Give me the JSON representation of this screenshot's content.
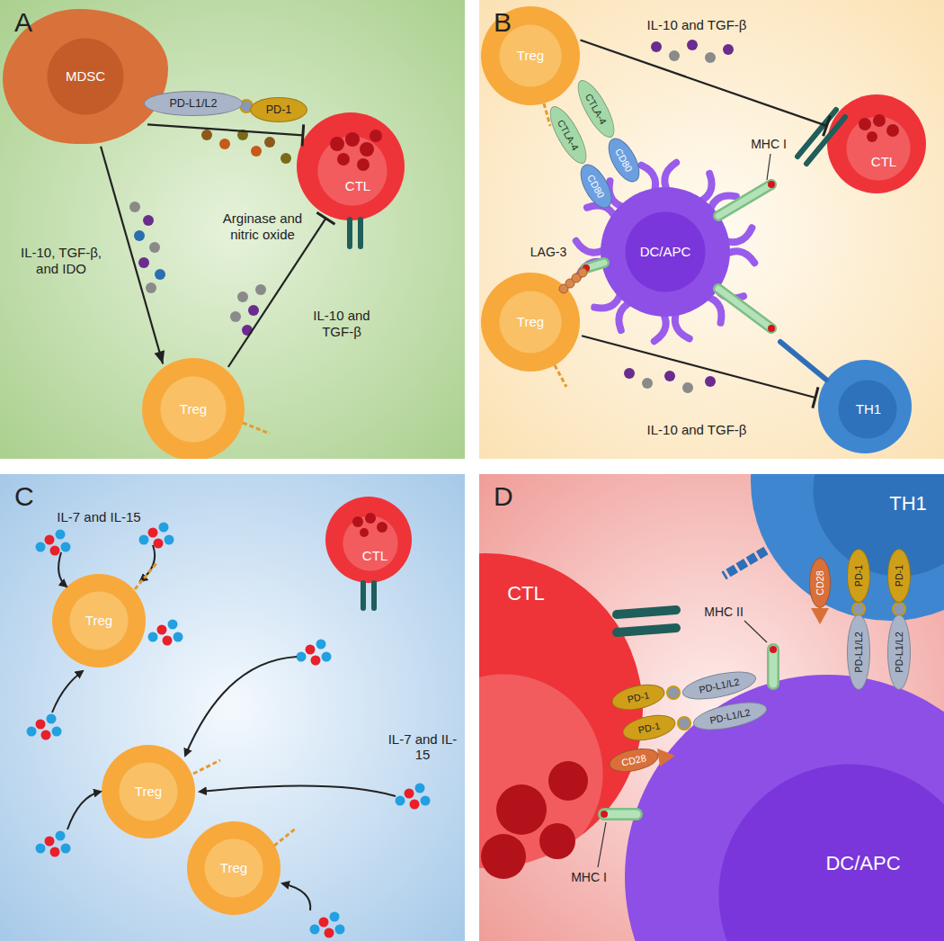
{
  "diagram": {
    "nodes": [
      {
        "text": [
          "A"
        ]
      },
      {
        "text": [
          "MDSC"
        ],
        "in": 0
      },
      {
        "text": [
          "CTL"
        ],
        "in": 0
      },
      {
        "text": [
          "Treg"
        ],
        "in": 0
      },
      {
        "text": [
          "B"
        ]
      },
      {
        "text": [
          "Treg"
        ],
        "in": 4
      },
      {
        "text": [
          "CTL"
        ],
        "in": 4
      },
      {
        "text": [
          "DC/APC"
        ],
        "in": 4
      },
      {
        "text": [
          "Treg"
        ],
        "in": 4
      },
      {
        "text": [
          "TH1"
        ],
        "in": 4
      },
      {
        "text": [
          "C"
        ]
      },
      {
        "text": [
          "Treg"
        ],
        "in": 10
      },
      {
        "text": [
          "Treg"
        ],
        "in": 10
      },
      {
        "text": [
          "Treg"
        ],
        "in": 10
      },
      {
        "text": [
          "CTL"
        ],
        "in": 10
      },
      {
        "text": [
          "D"
        ]
      },
      {
        "text": [
          "CTL"
        ],
        "in": 15
      },
      {
        "text": [
          "TH1"
        ],
        "in": 15
      },
      {
        "text": [
          "DC/APC"
        ],
        "in": 15
      }
    ],
    "edges": [
      {
        "from": 1,
        "to": 3,
        "arrow": "to",
        "label": "IL-10, TGF-β, and IDO"
      },
      {
        "from": 1,
        "to": 2,
        "arrow": "to",
        "label": "Arginase and nitric oxide"
      },
      {
        "from": 3,
        "to": 2,
        "arrow": "to",
        "label": "IL-10 and TGF-β"
      },
      {
        "from": 5,
        "to": 6,
        "arrow": "to",
        "label": "IL-10 and TGF-β"
      },
      {
        "from": 8,
        "to": 9,
        "arrow": "to",
        "label": "IL-10 and TGF-β"
      }
    ],
    "labels": [
      "PD-L1/L2",
      "PD-1",
      "CTLA-4",
      "CTLA-4",
      "CD80",
      "CD80",
      "LAG-3",
      "MHC I",
      "IL-7 and IL-15",
      "IL-7 and IL-15",
      "CD28",
      "PD-1",
      "PD-1",
      "PD-L1/L2",
      "PD-L1/L2",
      "MHC II",
      "PD-1",
      "PD-1",
      "CD28",
      "PD-L1/L2",
      "PD-L1/L2",
      "MHC I"
    ]
  }
}
